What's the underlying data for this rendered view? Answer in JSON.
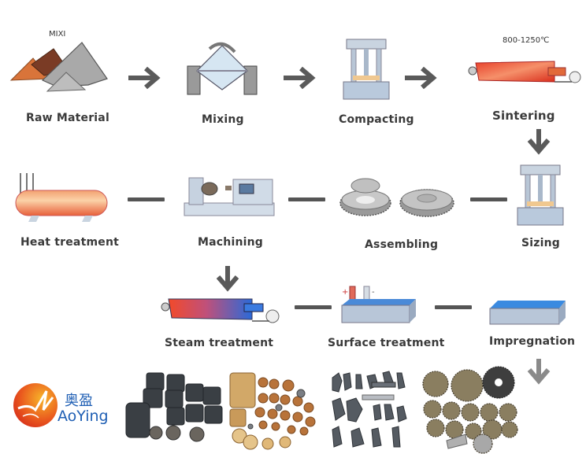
{
  "diagram": {
    "title": "Powder metallurgy process flow",
    "steps": [
      {
        "id": "raw-material",
        "label": "Raw Material",
        "annotation": "MIXI"
      },
      {
        "id": "mixing",
        "label": "Mixing"
      },
      {
        "id": "compacting",
        "label": "Compacting"
      },
      {
        "id": "sintering",
        "label": "Sintering",
        "annotation": "800-1250℃"
      },
      {
        "id": "sizing",
        "label": "Sizing"
      },
      {
        "id": "assembling",
        "label": "Assembling"
      },
      {
        "id": "machining",
        "label": "Machining"
      },
      {
        "id": "heat-treatment",
        "label": "Heat treatment"
      },
      {
        "id": "steam-treatment",
        "label": "Steam treatment"
      },
      {
        "id": "surface-treatment",
        "label": "Surface treatment",
        "annotation": "+ -"
      },
      {
        "id": "impregnation",
        "label": "Impregnation"
      }
    ],
    "connectors": [
      {
        "from": "raw-material",
        "to": "mixing",
        "type": "arrow-right"
      },
      {
        "from": "mixing",
        "to": "compacting",
        "type": "arrow-right"
      },
      {
        "from": "compacting",
        "to": "sintering",
        "type": "arrow-right"
      },
      {
        "from": "sintering",
        "to": "sizing",
        "type": "arrow-down"
      },
      {
        "from": "sizing",
        "to": "assembling",
        "type": "line"
      },
      {
        "from": "assembling",
        "to": "machining",
        "type": "line"
      },
      {
        "from": "machining",
        "to": "heat-treatment",
        "type": "line"
      },
      {
        "from": "machining",
        "to": "steam-treatment",
        "type": "arrow-down"
      },
      {
        "from": "steam-treatment",
        "to": "surface-treatment",
        "type": "line"
      },
      {
        "from": "surface-treatment",
        "to": "impregnation",
        "type": "line"
      },
      {
        "from": "impregnation",
        "to": "products",
        "type": "arrow-down"
      }
    ],
    "products": [
      "sintered iron bushings",
      "bronze oil bearings",
      "structural parts",
      "gears"
    ]
  },
  "logo": {
    "chinese": "奥盈",
    "english": "AoYing"
  },
  "colors": {
    "label": "#3a3a3a",
    "arrow": "#5a5a5a",
    "logo_blue": "#1f5fb4",
    "logo_red": "#e23a1c",
    "logo_orange": "#f5a21d"
  }
}
